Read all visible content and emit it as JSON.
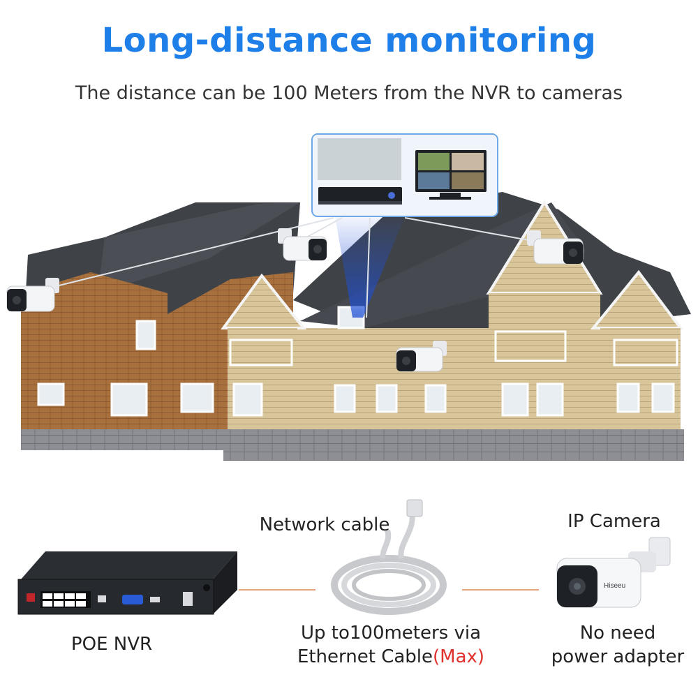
{
  "header": {
    "title": "Long-distance monitoring",
    "subtitle": "The distance can be 100 Meters from the NVR to cameras"
  },
  "colors": {
    "title": "#1f7fe8",
    "accent_max": "#e0322d",
    "connector": "#e8a27a",
    "beam": "#1e4fd6"
  },
  "diagram": {
    "cable_label": "Network cable",
    "camera_label": "IP Camera",
    "nvr_label": "POE NVR",
    "distance_line1": "Up to100meters via",
    "distance_line2_prefix": "Ethernet Cable",
    "distance_max": "(Max)",
    "adapter_line1": "No need",
    "adapter_line2": "power adapter"
  },
  "brand": "Hiseeu",
  "icons": [
    "camera-icon",
    "nvr-device-icon",
    "monitor-icon",
    "cable-coil-icon"
  ]
}
